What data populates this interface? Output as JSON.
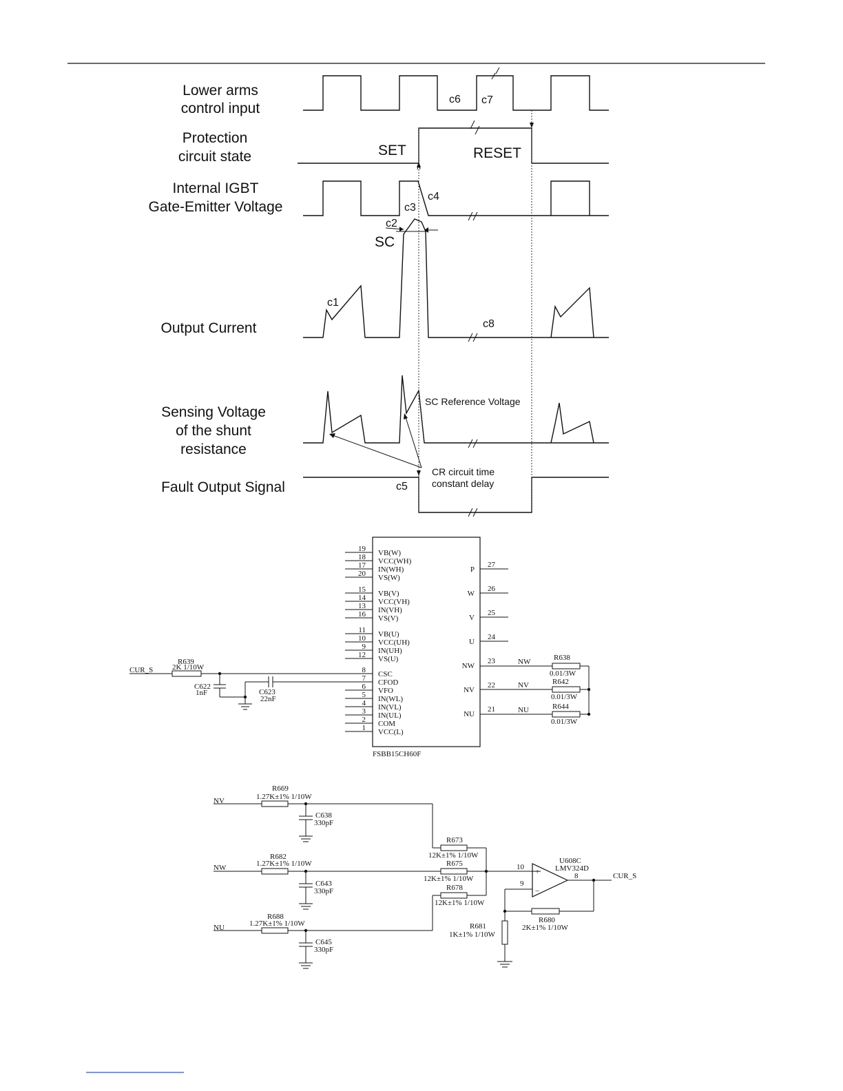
{
  "timing": {
    "labels": {
      "lower_arms_1": "Lower arms",
      "lower_arms_2": "control input",
      "protection_1": "Protection",
      "protection_2": "circuit state",
      "igbt_1": "Internal IGBT",
      "igbt_2": "Gate-Emitter Voltage",
      "output_current": "Output Current",
      "sensing_1": "Sensing Voltage",
      "sensing_2": "of the shunt",
      "sensing_3": "resistance",
      "fault": "Fault Output Signal"
    },
    "annotations": {
      "set": "SET",
      "reset": "RESET",
      "sc": "SC",
      "c1": "c1",
      "c2": "c2",
      "c3": "c3",
      "c4": "c4",
      "c5": "c5",
      "c6": "c6",
      "c7": "c7",
      "c8": "c8",
      "sc_ref": "SC Reference Voltage",
      "cr_1": "CR circuit time",
      "cr_2": "constant delay"
    }
  },
  "ic": {
    "part": "FSBB15CH60F",
    "left_pins": [
      {
        "num": "19",
        "name": "VB(W)"
      },
      {
        "num": "18",
        "name": "VCC(WH)"
      },
      {
        "num": "17",
        "name": "IN(WH)"
      },
      {
        "num": "20",
        "name": "VS(W)"
      },
      {
        "num": "15",
        "name": "VB(V)"
      },
      {
        "num": "14",
        "name": "VCC(VH)"
      },
      {
        "num": "13",
        "name": "IN(VH)"
      },
      {
        "num": "16",
        "name": "VS(V)"
      },
      {
        "num": "11",
        "name": "VB(U)"
      },
      {
        "num": "10",
        "name": "VCC(UH)"
      },
      {
        "num": "9",
        "name": "IN(UH)"
      },
      {
        "num": "12",
        "name": "VS(U)"
      },
      {
        "num": "8",
        "name": "CSC"
      },
      {
        "num": "7",
        "name": "CFOD"
      },
      {
        "num": "6",
        "name": "VFO"
      },
      {
        "num": "5",
        "name": "IN(WL)"
      },
      {
        "num": "4",
        "name": "IN(VL)"
      },
      {
        "num": "3",
        "name": "IN(UL)"
      },
      {
        "num": "2",
        "name": "COM"
      },
      {
        "num": "1",
        "name": "VCC(L)"
      }
    ],
    "right_pins": [
      {
        "num": "27",
        "name": "P"
      },
      {
        "num": "26",
        "name": "W"
      },
      {
        "num": "25",
        "name": "V"
      },
      {
        "num": "24",
        "name": "U"
      },
      {
        "num": "23",
        "name": "NW",
        "net": "NW",
        "res": "R638",
        "val": "0.01/3W"
      },
      {
        "num": "22",
        "name": "NV",
        "net": "NV",
        "res": "R642",
        "val": "0.01/3W"
      },
      {
        "num": "21",
        "name": "NU",
        "net": "NU",
        "res": "R644",
        "val": "0.01/3W"
      }
    ],
    "cur_s": "CUR_S",
    "r639": "R639",
    "r639_val": "2K  1/10W",
    "c622": "C622",
    "c622_val": "1nF",
    "c623": "C623",
    "c623_val": "22nF"
  },
  "amp": {
    "rows": [
      {
        "net": "NV",
        "r": "R669",
        "rv": "1.27K±1%  1/10W",
        "c": "C638",
        "cv": "330pF",
        "r2": "R673",
        "r2v": "12K±1%  1/10W"
      },
      {
        "net": "NW",
        "r": "R682",
        "rv": "1.27K±1%  1/10W",
        "c": "C643",
        "cv": "330pF",
        "r2": "R675",
        "r2v": "12K±1%  1/10W"
      },
      {
        "net": "NU",
        "r": "R688",
        "rv": "1.27K±1%  1/10W",
        "c": "C645",
        "cv": "330pF",
        "r2": "R678",
        "r2v": "12K±1%  1/10W"
      }
    ],
    "opamp_ref": "U608C",
    "opamp_part": "LMV324D",
    "pin_plus": "10",
    "pin_minus": "9",
    "pin_out": "8",
    "plus": "+",
    "minus": "−",
    "out_net": "CUR_S",
    "r681": "R681",
    "r681_val": "1K±1%  1/10W",
    "r680": "R680",
    "r680_val": "2K±1%  1/10W"
  }
}
